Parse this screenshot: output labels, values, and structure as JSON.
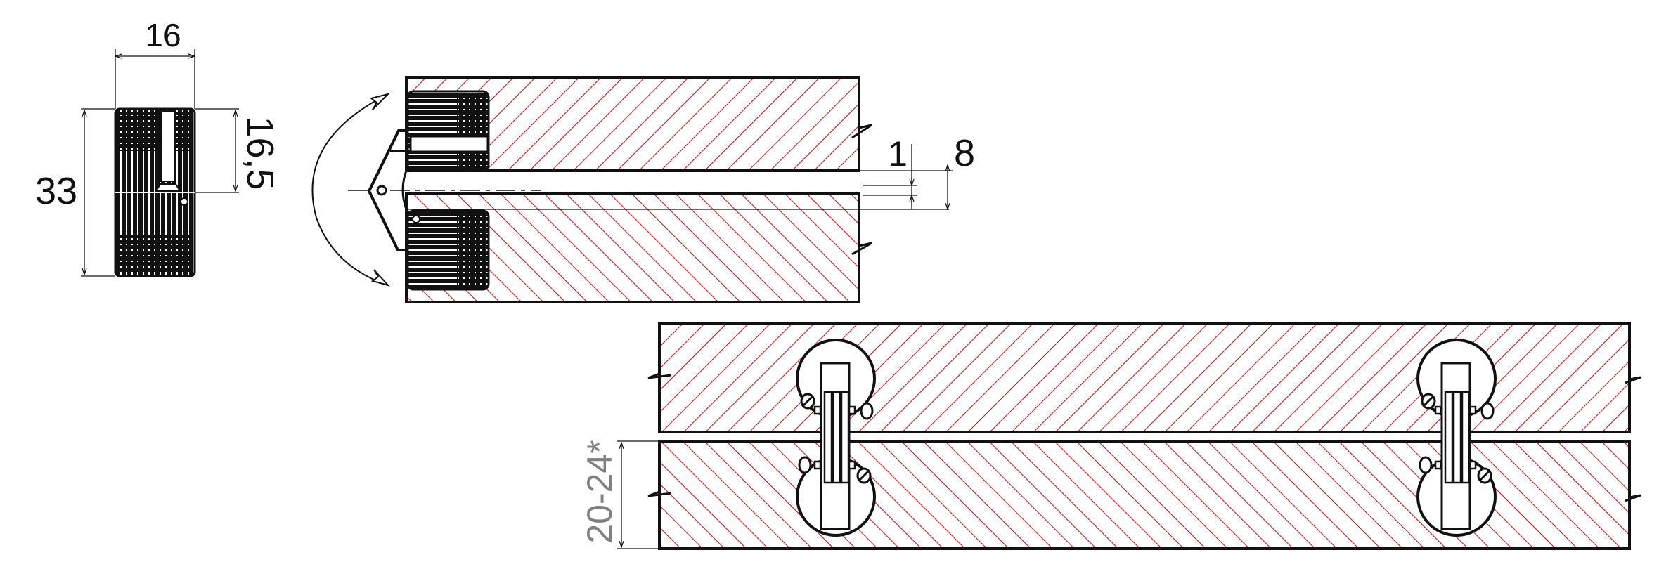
{
  "drawing": {
    "type": "technical-drawing",
    "subject": "concealed barrel hinge installation",
    "colors": {
      "line": "#111111",
      "hatch": "#b01e1e",
      "background": "#ffffff",
      "grey_text": "#808080"
    }
  },
  "views": {
    "connector_front": {
      "dim_width": "16",
      "dim_height": "33",
      "dim_half": "16,5"
    },
    "side_section": {
      "dim_gap": "1",
      "dim_depth": "8"
    },
    "plan_section": {
      "dim_thickness": "20-24*",
      "hinge_count": 2
    }
  }
}
